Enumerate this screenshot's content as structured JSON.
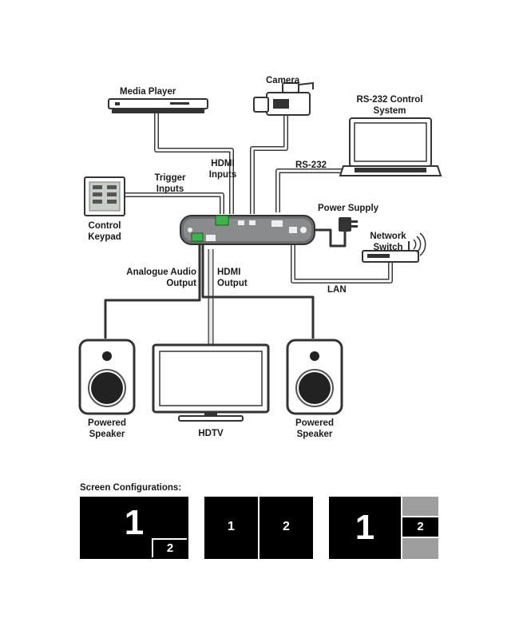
{
  "labels": {
    "media_player": "Media Player",
    "camera": "Camera",
    "rs232_control_line1": "RS-232 Control",
    "rs232_control_line2": "System",
    "hdmi_inputs_line1": "HDMI",
    "hdmi_inputs_line2": "Inputs",
    "rs232": "RS-232",
    "trigger_inputs_line1": "Trigger",
    "trigger_inputs_line2": "Inputs",
    "power_supply": "Power Supply",
    "network_switch_line1": "Network",
    "network_switch_line2": "Switch",
    "control_keypad_line1": "Control",
    "control_keypad_line2": "Keypad",
    "analogue_audio_line1": "Analogue Audio",
    "analogue_audio_line2": "Output",
    "hdmi_output_line1": "HDMI",
    "hdmi_output_line2": "Output",
    "lan": "LAN",
    "speaker_left_line1": "Powered",
    "speaker_left_line2": "Speaker",
    "hdtv": "HDTV",
    "speaker_right_line1": "Powered",
    "speaker_right_line2": "Speaker"
  },
  "screen_configurations": {
    "title": "Screen Configurations:",
    "configs": [
      {
        "main": "1",
        "secondary": "2"
      },
      {
        "main": "1",
        "secondary": "2"
      },
      {
        "main": "1",
        "secondary": "2"
      }
    ]
  },
  "colors": {
    "cable_dark": "#3a3a3a",
    "cable_light": "#d9d9d9",
    "device_gray": "#6d6e71",
    "connector_green": "#39b54a",
    "config_black": "#000000",
    "config_gray": "#9e9e9e"
  }
}
